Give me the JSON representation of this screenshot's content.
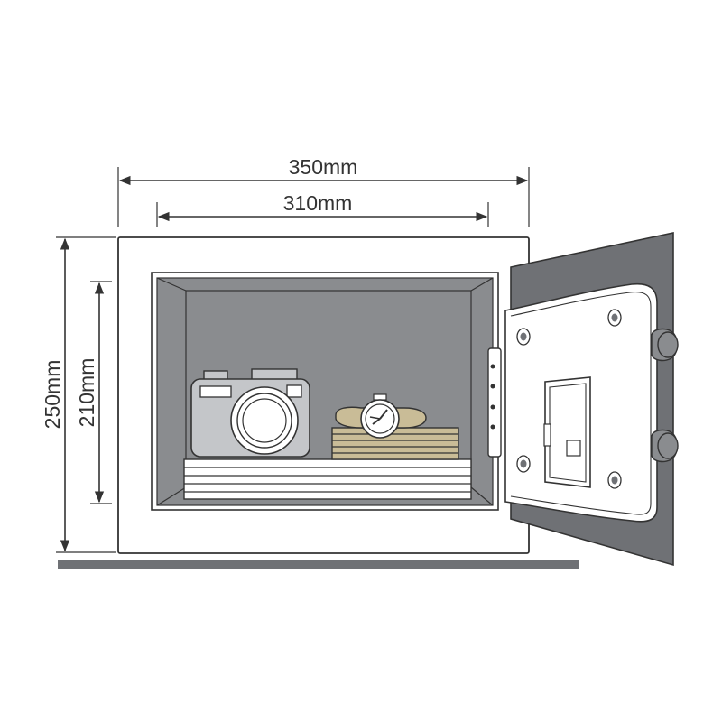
{
  "dimensions": {
    "outer_width": "350mm",
    "inner_width": "310mm",
    "outer_height": "250mm",
    "inner_height": "210mm"
  },
  "colors": {
    "outline": "#333333",
    "interior": "#8a8c8f",
    "door": "#6f7175",
    "floor": "#6f7175",
    "camera": "#c4c6c9",
    "watch_strap": "#c9bc97",
    "books": "#c9bc97"
  },
  "icons": [
    "camera-icon",
    "wristwatch-icon",
    "book-stack-icon",
    "keypad-lock-icon",
    "door-hinge-icon",
    "door-bolt-icon"
  ]
}
